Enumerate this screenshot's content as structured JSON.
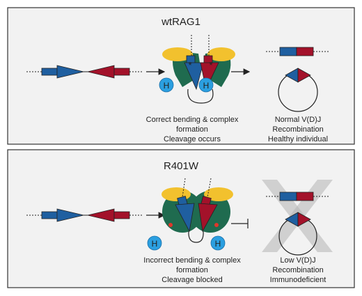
{
  "panels": [
    {
      "title": "wtRAG1",
      "middle_caption": [
        "Correct bending & complex",
        "formation",
        "Cleavage occurs"
      ],
      "right_caption": [
        "Normal V(D)J",
        "Recombination",
        "Healthy individual"
      ],
      "h_label": "H",
      "asterisk": "*"
    },
    {
      "title": "R401W",
      "middle_caption": [
        "Incorrect bending & complex",
        "formation",
        "Cleavage blocked"
      ],
      "right_caption": [
        "Low V(D)J",
        "Recombination",
        "Immunodeficient"
      ],
      "h_label": "H"
    }
  ],
  "colors": {
    "panel_bg": "#f2f2f2",
    "panel_border": "#333333",
    "blue": "#1f5fa0",
    "red": "#a3122a",
    "green": "#1f6b4f",
    "yellow": "#f2c12e",
    "h_circle": "#2b9fe0",
    "cross": "#b5b5b5",
    "dot_red": "#e0372b"
  }
}
